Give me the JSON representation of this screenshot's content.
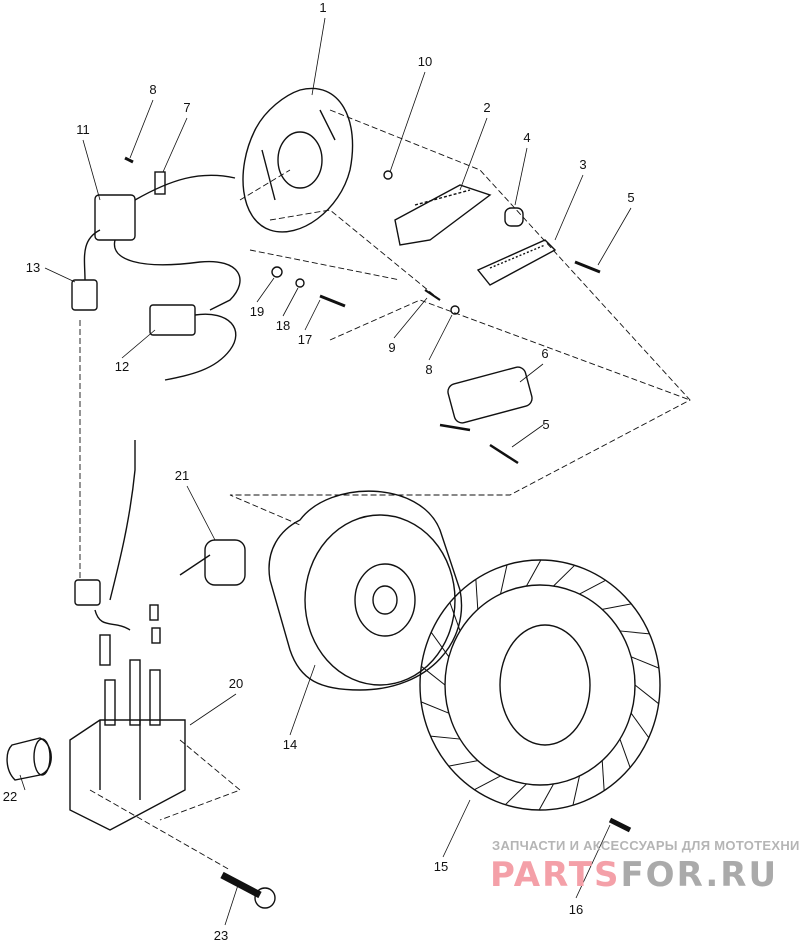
{
  "diagram": {
    "callouts": [
      "1",
      "10",
      "2",
      "4",
      "3",
      "5",
      "8",
      "7",
      "11",
      "13",
      "12",
      "19",
      "18",
      "17",
      "9",
      "8",
      "6",
      "5",
      "21",
      "20",
      "14",
      "22",
      "15",
      "16",
      "23"
    ]
  },
  "watermark": {
    "tagline": "ЗАПЧАСТИ И АКСЕССУАРЫ ДЛЯ МОТОТЕХНИКИ",
    "brand_part1": "PARTS",
    "brand_part2": "FOR.RU"
  },
  "colors": {
    "ink": "#111111",
    "watermark_red": "#f4a0a8",
    "watermark_gray": "#aaaaaa"
  }
}
